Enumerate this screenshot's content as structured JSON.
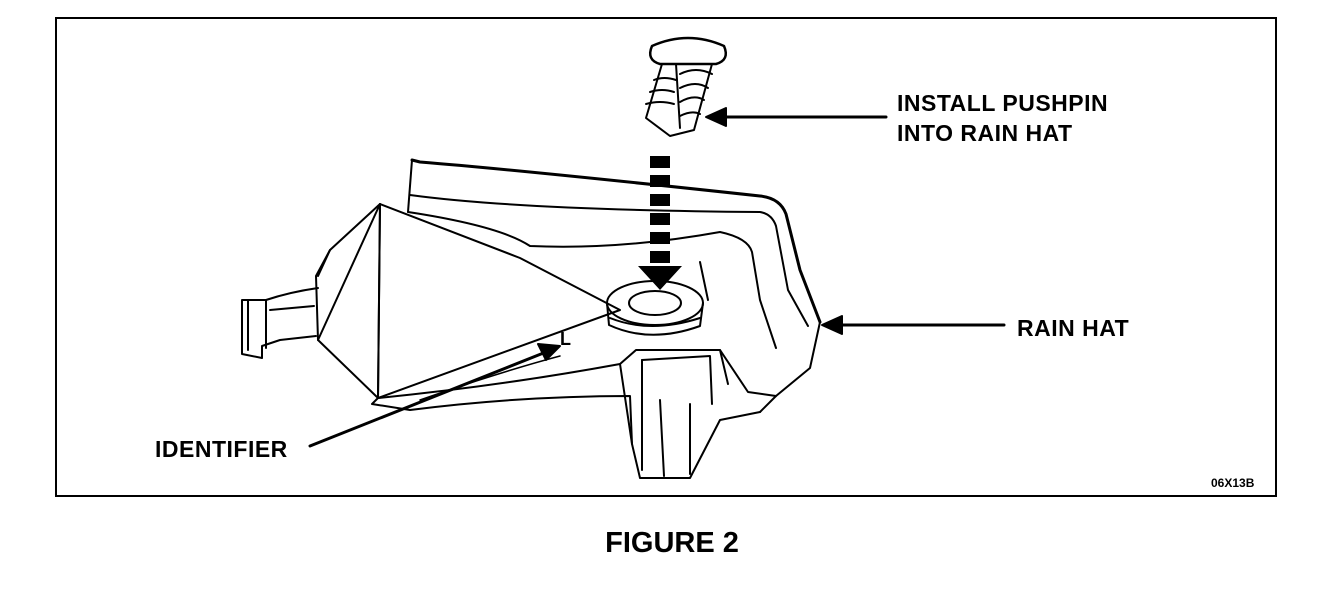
{
  "labels": {
    "install_line1": "INSTALL PUSHPIN",
    "install_line2": "INTO RAIN HAT",
    "rain_hat": "RAIN HAT",
    "identifier": "IDENTIFIER",
    "identifier_mark": "L",
    "figure_code": "06X13B"
  },
  "caption": "FIGURE 2"
}
